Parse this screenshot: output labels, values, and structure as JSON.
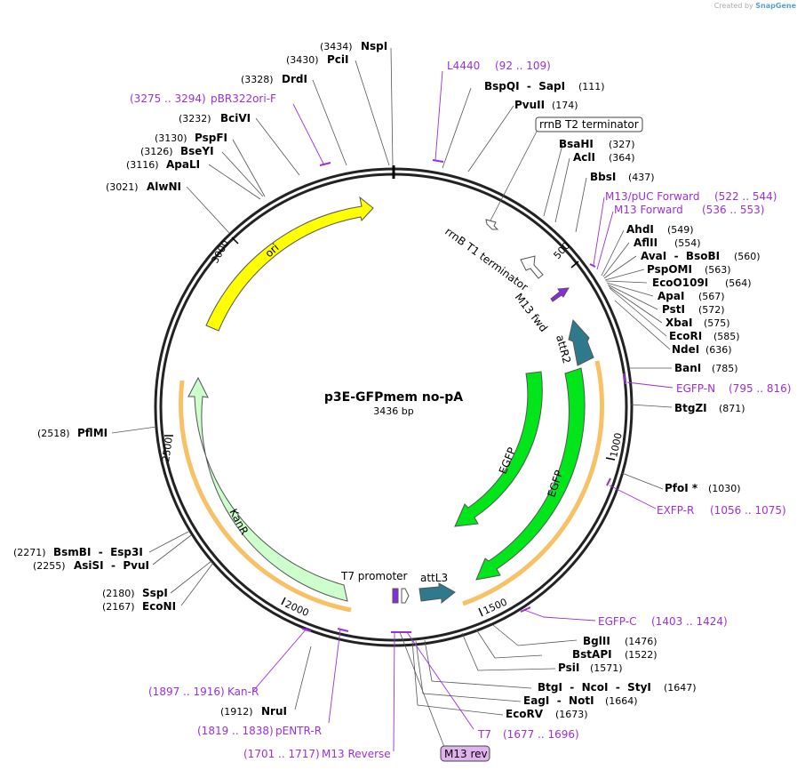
{
  "credit": {
    "prefix": "Created by",
    "brand": "SnapGene"
  },
  "plasmid": {
    "name": "p3E-GFPmem no-pA",
    "size_label": "3436 bp",
    "length": 3436
  },
  "ticks": [
    "500",
    "1000",
    "1500",
    "2000",
    "2500",
    "3000"
  ],
  "restriction_sites": [
    {
      "pos": "(3434)",
      "name": "NspI"
    },
    {
      "pos": "(3430)",
      "name": "PciI"
    },
    {
      "pos": "(3328)",
      "name": "DrdI"
    },
    {
      "pos": "(3232)",
      "name": "BciVI"
    },
    {
      "pos": "(3130)",
      "name": "PspFI"
    },
    {
      "pos": "(3126)",
      "name": "BseYI"
    },
    {
      "pos": "(3116)",
      "name": "ApaLI"
    },
    {
      "pos": "(3021)",
      "name": "AlwNI"
    },
    {
      "pos": "(2518)",
      "name": "PflMI"
    },
    {
      "pos": "(2271)",
      "name": "BsmBI  -  Esp3I"
    },
    {
      "pos": "(2255)",
      "name": "AsiSI  -  PvuI"
    },
    {
      "pos": "(2180)",
      "name": "SspI"
    },
    {
      "pos": "(2167)",
      "name": "EcoNI"
    },
    {
      "pos": "(1912)",
      "name": "NruI"
    },
    {
      "pos": "(111)",
      "name": "BspQI  -  SapI"
    },
    {
      "pos": "(174)",
      "name": "PvuII"
    },
    {
      "pos": "(327)",
      "name": "BsaHI"
    },
    {
      "pos": "(364)",
      "name": "AclI"
    },
    {
      "pos": "(437)",
      "name": "BbsI"
    },
    {
      "pos": "(549)",
      "name": "AhdI"
    },
    {
      "pos": "(554)",
      "name": "AflII"
    },
    {
      "pos": "(560)",
      "name": "AvaI  -  BsoBI"
    },
    {
      "pos": "(563)",
      "name": "PspOMI"
    },
    {
      "pos": "(564)",
      "name": "EcoO109I"
    },
    {
      "pos": "(567)",
      "name": "ApaI"
    },
    {
      "pos": "(572)",
      "name": "PstI"
    },
    {
      "pos": "(575)",
      "name": "XbaI"
    },
    {
      "pos": "(585)",
      "name": "EcoRI"
    },
    {
      "pos": "(636)",
      "name": "NdeI"
    },
    {
      "pos": "(785)",
      "name": "BanI"
    },
    {
      "pos": "(871)",
      "name": "BtgZI"
    },
    {
      "pos": "(1030)",
      "name": "PfoI *"
    },
    {
      "pos": "(1476)",
      "name": "BglII"
    },
    {
      "pos": "(1522)",
      "name": "BstAPI"
    },
    {
      "pos": "(1571)",
      "name": "PsiI"
    },
    {
      "pos": "(1647)",
      "name": "BtgI  -  NcoI  -  StyI"
    },
    {
      "pos": "(1664)",
      "name": "EagI  -  NotI"
    },
    {
      "pos": "(1673)",
      "name": "EcoRV"
    }
  ],
  "primers": [
    {
      "name": "pBR322ori-F",
      "range": "(3275 .. 3294)"
    },
    {
      "name": "L4440",
      "range": "(92 .. 109)"
    },
    {
      "name": "M13/pUC Forward",
      "range": "(522 .. 544)"
    },
    {
      "name": "M13 Forward",
      "range": "(536 .. 553)"
    },
    {
      "name": "EGFP-N",
      "range": "(795 .. 816)"
    },
    {
      "name": "EXFP-R",
      "range": "(1056 .. 1075)"
    },
    {
      "name": "EGFP-C",
      "range": "(1403 .. 1424)"
    },
    {
      "name": "Kan-R",
      "range": "(1897 .. 1916)"
    },
    {
      "name": "pENTR-R",
      "range": "(1819 .. 1838)"
    },
    {
      "name": "M13 Reverse",
      "range": "(1701 .. 1717)"
    },
    {
      "name": "T7",
      "range": "(1677 .. 1696)"
    }
  ],
  "boxed_labels": {
    "terminator_t2": "rrnB T2 terminator",
    "m13rev": "M13 rev"
  },
  "features": {
    "ori": "ori",
    "rrnb_t1": "rrnB T1 terminator",
    "m13fwd": "M13 fwd",
    "attr2": "attR2",
    "egfp_outer": "EGFP",
    "egfp_inner": "EGFP",
    "kanr": "KanR",
    "t7": "T7 promoter",
    "attl3": "attL3"
  },
  "colors": {
    "ori": "#ffff00",
    "egfp": "#00e61a",
    "kanr": "#ccffcc",
    "att": "#2e7a8c",
    "m13": "#8a2be2",
    "primer": "#9b30d9",
    "orf_band": "#f7b64a"
  }
}
